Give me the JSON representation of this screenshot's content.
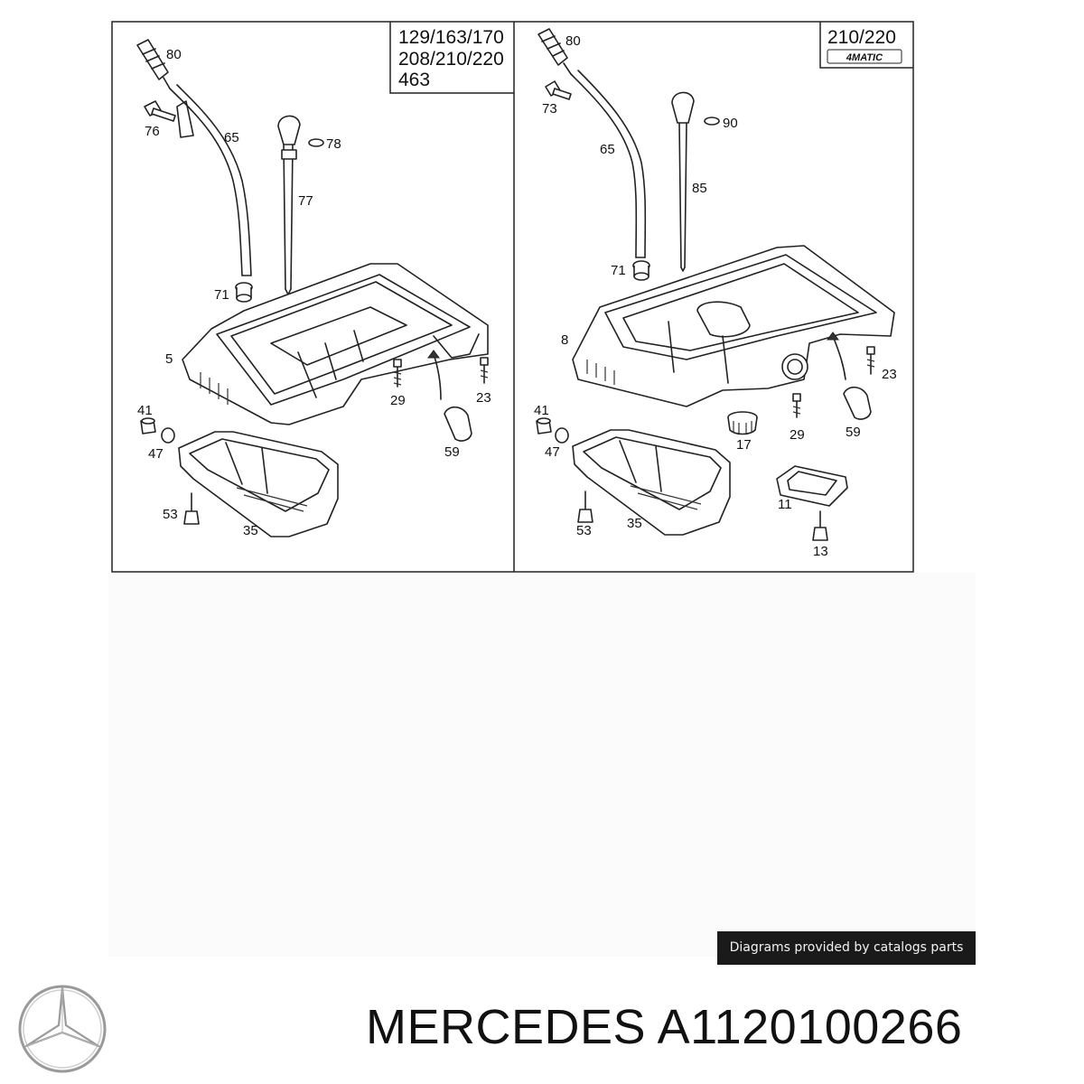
{
  "diagram": {
    "left_panel": {
      "model_codes": [
        "129/163/170",
        "208/210/220",
        "463"
      ],
      "callouts": [
        "80",
        "76",
        "65",
        "78",
        "77",
        "71",
        "5",
        "29",
        "23",
        "41",
        "47",
        "59",
        "53",
        "35"
      ]
    },
    "right_panel": {
      "model_codes": [
        "210/220"
      ],
      "badge_text": "4MATIC",
      "callouts": [
        "80",
        "73",
        "90",
        "65",
        "85",
        "71",
        "8",
        "23",
        "41",
        "47",
        "17",
        "29",
        "59",
        "53",
        "35",
        "11",
        "13"
      ]
    }
  },
  "credit_text": "Diagrams provided by catalogs parts",
  "title": "MERCEDES A1120100266",
  "logo": {
    "icon": "mercedes-star-icon",
    "color": "#9a9a9a"
  },
  "colors": {
    "line": "#222222",
    "credit_bg": "#1a1a1a",
    "credit_text": "#f2f2f2"
  }
}
